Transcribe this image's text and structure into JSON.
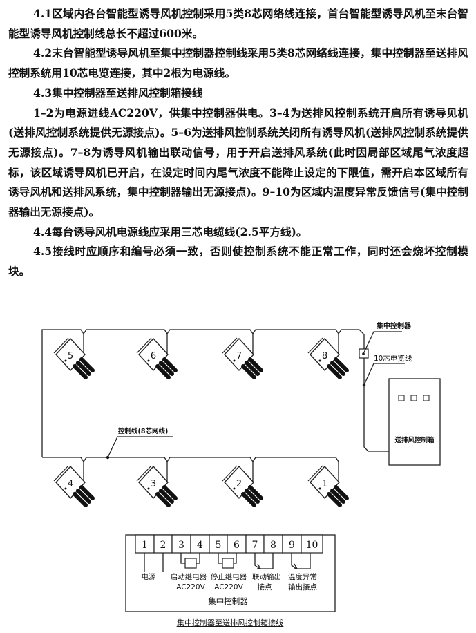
{
  "paragraphs": [
    "4.1区域内各台智能型诱导风机控制采用5类8芯网络线连接，首台智能型诱导风机至末台智能型诱导风机控制线总长不超过600米。",
    "4.2末台智能型诱导风机至集中控制器控制线采用5类8芯网络线连接，集中控制器至送排风控制系统用10芯电览连接，其中2根为电源线。",
    "4.3集中控制器至送排风控制箱接线",
    "1–2为电源进线AC220V，供集中控制器供电。3–4为送排风控制系统开启所有诱导见机(送排风控制系统提供无源接点)。5–6为送排风控制系统关闭所有诱导风机(送排风控制系统提供无源接点)。7–8为诱导风机输出联动信号，用于开启送排风系统(此时因局部区域尾气浓度超标，该区域诱导风机已开启，在设定时间内尾气浓度不能降止设定的下限值，需开启本区域所有诱导风机和送排风系统，集中控制器输出无源接点)。9–10为区域内温度异常反馈信号(集中控制器输出无源接点)。",
    "4.4每台诱导风机电源线应采用三芯电缆线(2.5平方线)。",
    "4.5接线时应顺序和编号必须一致，否则使控制系统不能正常工作，同时还会烧坏控制模块。"
  ],
  "diagram": {
    "fans_top": [
      "5",
      "6",
      "7",
      "8"
    ],
    "fans_bottom": [
      "4",
      "3",
      "2",
      "1"
    ],
    "label_central_controller": "集中控制器",
    "label_cable": "10芯电览线",
    "label_control_line": "控制线(8芯网线)",
    "label_fan_box": "送排风控制箱"
  },
  "terminal": {
    "numbers": [
      "1",
      "2",
      "3",
      "4",
      "5",
      "6",
      "7",
      "8",
      "9",
      "10"
    ],
    "power": "电源",
    "start_relay": "启动继电器",
    "start_voltage": "AC220V",
    "stop_relay": "停止继电器",
    "stop_voltage": "AC220V",
    "link_output_1": "联动输出",
    "link_output_2": "接点",
    "temp_1": "温度异常",
    "temp_2": "输出接点",
    "controller": "集中控制器",
    "caption": "集中控制器至送排风控制箱接线"
  }
}
